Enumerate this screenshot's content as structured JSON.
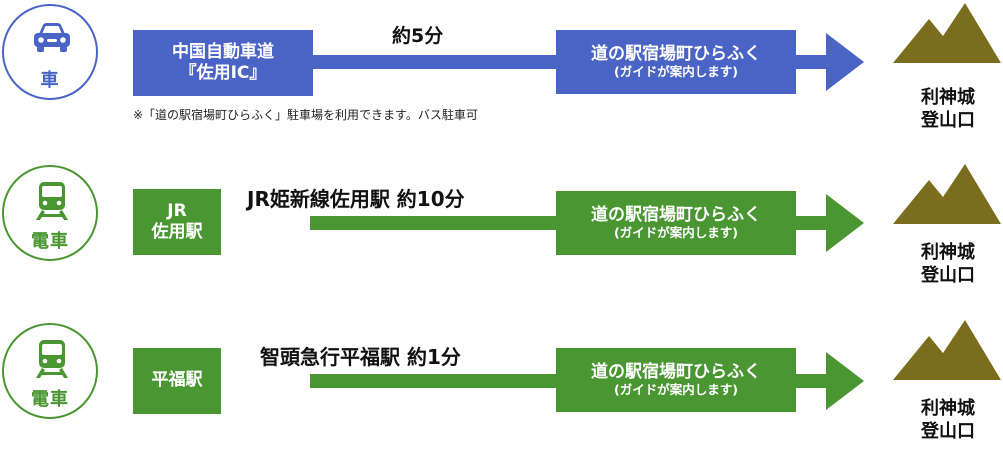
{
  "colors": {
    "car": "#4a64c6",
    "train": "#4a9632",
    "mountain": "#7a6d1d"
  },
  "routes": [
    {
      "mode_icon": "car-icon",
      "mode_label": "車",
      "start_lines": [
        "中国自動車道",
        "『佐用IC』"
      ],
      "time": "約5分",
      "destination": "道の駅宿場町ひらふく",
      "destination_note": "(ガイドが案内します)",
      "footnote": "※「道の駅宿場町ひらふく」駐車場を利用できます。バス駐車可",
      "summit_lines": [
        "利神城",
        "登山口"
      ]
    },
    {
      "mode_icon": "train-icon",
      "mode_label": "電車",
      "start_lines": [
        "JR",
        "佐用駅"
      ],
      "time": "JR姫新線佐用駅 約10分",
      "destination": "道の駅宿場町ひらふく",
      "destination_note": "(ガイドが案内します)",
      "summit_lines": [
        "利神城",
        "登山口"
      ]
    },
    {
      "mode_icon": "train-icon",
      "mode_label": "電車",
      "start_lines": [
        "平福駅"
      ],
      "time": "智頭急行平福駅 約1分",
      "destination": "道の駅宿場町ひらふく",
      "destination_note": "(ガイドが案内します)",
      "summit_lines": [
        "利神城",
        "登山口"
      ]
    }
  ]
}
